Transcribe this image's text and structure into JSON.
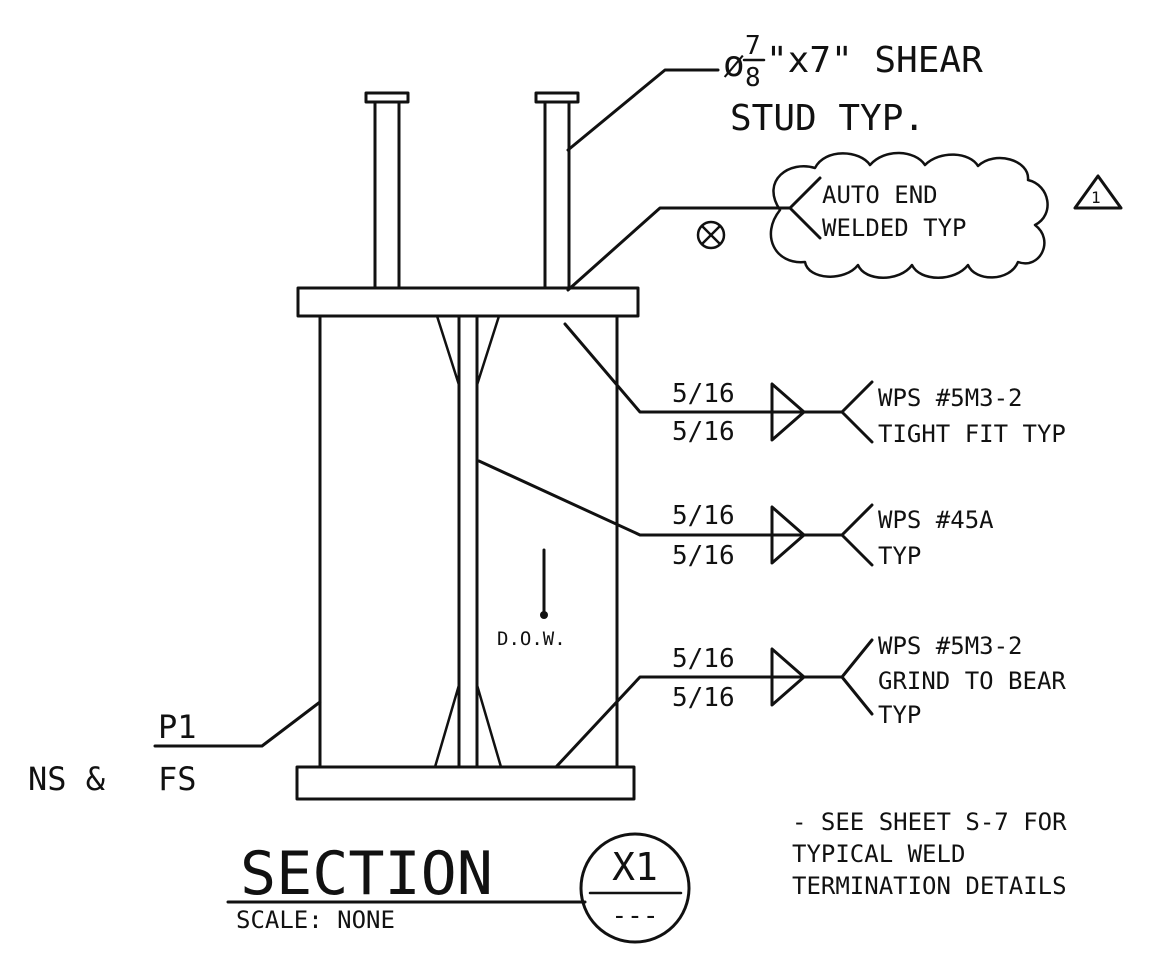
{
  "stud_callout": {
    "prefix": "ø",
    "frac_num": "7",
    "frac_den": "8",
    "suffix": "\"x7\" SHEAR",
    "line2": "STUD TYP."
  },
  "auto_end_note": {
    "line1": "AUTO END",
    "line2": "WELDED TYP",
    "revision": "1"
  },
  "weld_top": {
    "size_arrow": "5/16",
    "size_other": "5/16",
    "line1": "WPS #5M3-2",
    "line2": "TIGHT FIT TYP"
  },
  "weld_mid": {
    "size_arrow": "5/16",
    "size_other": "5/16",
    "line1": "WPS #45A",
    "line2": "TYP"
  },
  "weld_bot": {
    "size_arrow": "5/16",
    "size_other": "5/16",
    "line1": "WPS #5M3-2",
    "line2": "GRIND TO BEAR",
    "line3": "TYP"
  },
  "plate_label": {
    "prefix": "NS &",
    "numerator": "P1",
    "denominator": "FS"
  },
  "dow_label": "D.O.W.",
  "section_title": {
    "title": "SECTION",
    "scale": "SCALE: NONE",
    "mark_top": "X1",
    "mark_bottom": "---"
  },
  "sheet_note": {
    "line1": "- SEE SHEET S-7 FOR",
    "line2": "TYPICAL WELD",
    "line3": "TERMINATION DETAILS"
  },
  "colors": {
    "ink": "#111111",
    "paper": "#ffffff"
  }
}
